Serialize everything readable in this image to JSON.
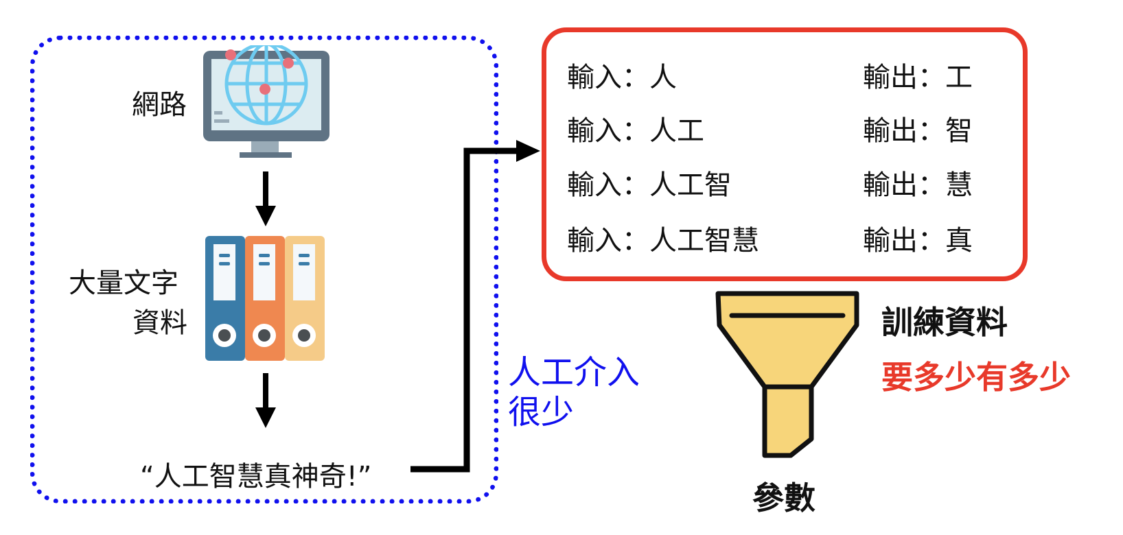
{
  "left_panel": {
    "internet_label": "網路",
    "text_data_label_line1": "大量文字",
    "text_data_label_line2": "資料",
    "sentence": "“人工智慧真神奇!”"
  },
  "annotation": {
    "line1": "人工介入",
    "line2": "很少"
  },
  "pairs": [
    {
      "input": "輸入：人",
      "output": "輸出：工"
    },
    {
      "input": "輸入：人工",
      "output": "輸出：智"
    },
    {
      "input": "輸入：人工智",
      "output": "輸出：慧"
    },
    {
      "input": "輸入：人工智慧",
      "output": "輸出：真"
    }
  ],
  "training_label": "訓練資料",
  "training_note": "要多少有多少",
  "params_label": "參數",
  "icons": [
    "monitor-globe-icon",
    "binders-icon",
    "funnel-icon"
  ],
  "colors": {
    "blue": "#1010ee",
    "red": "#e8392a"
  }
}
